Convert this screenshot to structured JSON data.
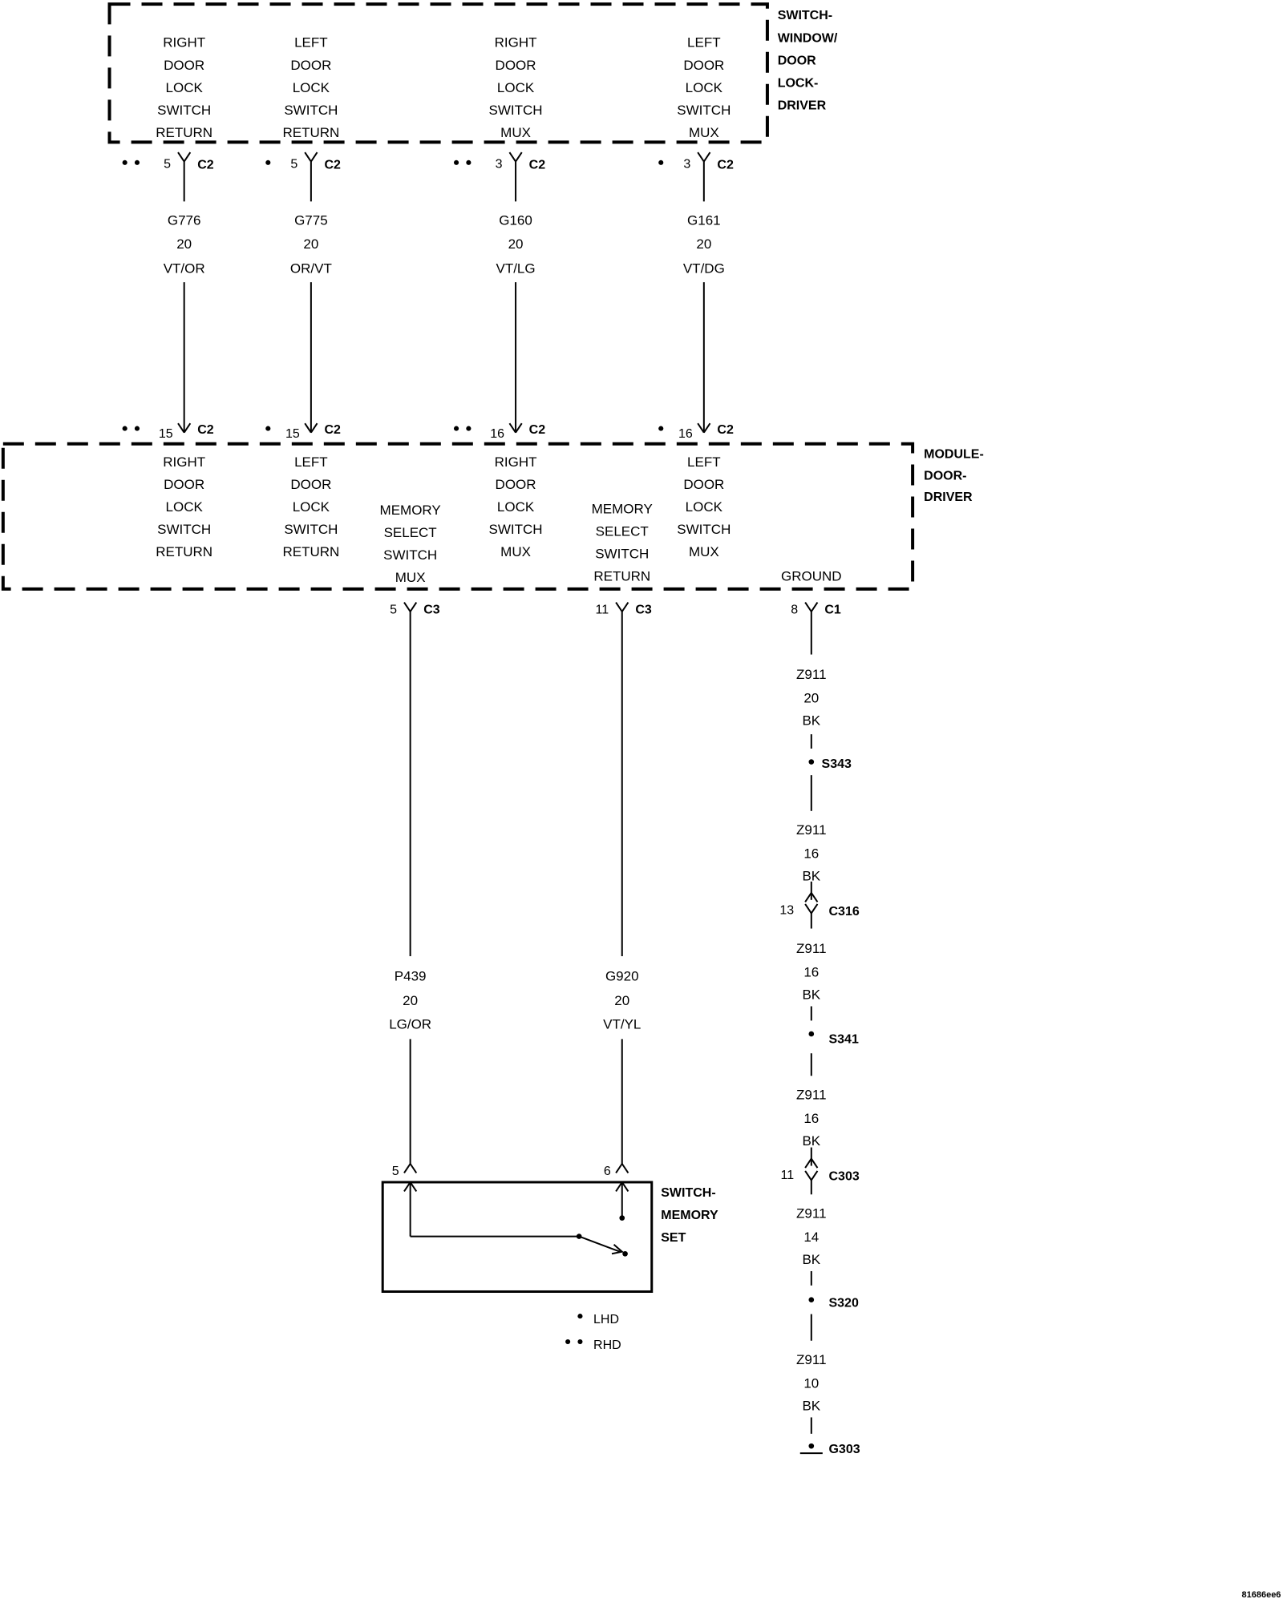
{
  "components": {
    "switch_window": {
      "title": [
        "SWITCH-",
        "WINDOW/",
        "DOOR",
        "LOCK-",
        "DRIVER"
      ],
      "pins": [
        [
          "RIGHT",
          "DOOR",
          "LOCK",
          "SWITCH",
          "RETURN"
        ],
        [
          "LEFT",
          "DOOR",
          "LOCK",
          "SWITCH",
          "RETURN"
        ],
        [
          "RIGHT",
          "DOOR",
          "LOCK",
          "SWITCH",
          "MUX"
        ],
        [
          "LEFT",
          "DOOR",
          "LOCK",
          "SWITCH",
          "MUX"
        ]
      ]
    },
    "module_door": {
      "title": [
        "MODULE-",
        "DOOR-",
        "DRIVER"
      ],
      "pins": [
        [
          "RIGHT",
          "DOOR",
          "LOCK",
          "SWITCH",
          "RETURN"
        ],
        [
          "LEFT",
          "DOOR",
          "LOCK",
          "SWITCH",
          "RETURN"
        ],
        [
          "MEMORY",
          "SELECT",
          "SWITCH",
          "MUX"
        ],
        [
          "RIGHT",
          "DOOR",
          "LOCK",
          "SWITCH",
          "MUX"
        ],
        [
          "MEMORY",
          "SELECT",
          "SWITCH",
          "RETURN"
        ],
        [
          "LEFT",
          "DOOR",
          "LOCK",
          "SWITCH",
          "MUX"
        ],
        [
          "GROUND"
        ]
      ]
    },
    "switch_memory": {
      "title": [
        "SWITCH-",
        "MEMORY",
        "SET"
      ]
    }
  },
  "connectors": {
    "top": [
      {
        "pin": "5",
        "conn": "C2",
        "marker": "RHD"
      },
      {
        "pin": "5",
        "conn": "C2",
        "marker": "LHD"
      },
      {
        "pin": "3",
        "conn": "C2",
        "marker": "RHD"
      },
      {
        "pin": "3",
        "conn": "C2",
        "marker": "LHD"
      }
    ],
    "module_top": [
      {
        "pin": "15",
        "conn": "C2",
        "marker": "RHD"
      },
      {
        "pin": "15",
        "conn": "C2",
        "marker": "LHD"
      },
      {
        "pin": "16",
        "conn": "C2",
        "marker": "RHD"
      },
      {
        "pin": "16",
        "conn": "C2",
        "marker": "LHD"
      }
    ],
    "module_bottom": [
      {
        "pin": "5",
        "conn": "C3"
      },
      {
        "pin": "11",
        "conn": "C3"
      },
      {
        "pin": "8",
        "conn": "C1"
      }
    ],
    "memory_switch": [
      {
        "pin": "5"
      },
      {
        "pin": "6"
      }
    ]
  },
  "wires": {
    "upper": [
      {
        "circuit": "G776",
        "gauge": "20",
        "color": "VT/OR"
      },
      {
        "circuit": "G775",
        "gauge": "20",
        "color": "OR/VT"
      },
      {
        "circuit": "G160",
        "gauge": "20",
        "color": "VT/LG"
      },
      {
        "circuit": "G161",
        "gauge": "20",
        "color": "VT/DG"
      }
    ],
    "lower": [
      {
        "circuit": "P439",
        "gauge": "20",
        "color": "LG/OR"
      },
      {
        "circuit": "G920",
        "gauge": "20",
        "color": "VT/YL"
      }
    ],
    "ground": [
      {
        "circuit": "Z911",
        "gauge": "20",
        "color": "BK"
      },
      {
        "circuit": "Z911",
        "gauge": "16",
        "color": "BK"
      },
      {
        "circuit": "Z911",
        "gauge": "16",
        "color": "BK"
      },
      {
        "circuit": "Z911",
        "gauge": "16",
        "color": "BK"
      },
      {
        "circuit": "Z911",
        "gauge": "14",
        "color": "BK"
      },
      {
        "circuit": "Z911",
        "gauge": "10",
        "color": "BK"
      }
    ]
  },
  "splices": [
    "S343",
    "S341",
    "S320"
  ],
  "inline_connectors": [
    {
      "pin": "13",
      "conn": "C316"
    },
    {
      "pin": "11",
      "conn": "C303"
    }
  ],
  "ground_point": "G303",
  "legend": [
    {
      "marker": "single-dot",
      "label": "LHD"
    },
    {
      "marker": "double-dot",
      "label": "RHD"
    }
  ],
  "image_tag": "81686ee6"
}
